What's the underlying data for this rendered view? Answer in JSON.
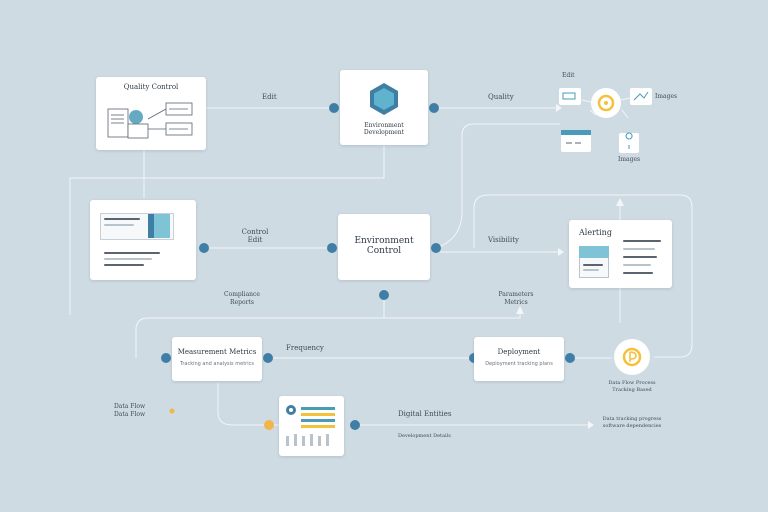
{
  "colors": {
    "background": "#cfdbe3",
    "connector": "#f2f6f9",
    "node_blue": "#3f7fa6",
    "node_orange": "#f2b54a",
    "accent_teal": "#4a9bb8",
    "accent_yellow": "#f3c13a"
  },
  "icons": [
    "hexagon-icon",
    "gear-icon",
    "document-icon",
    "checklist-icon",
    "chart-icon",
    "location-pin-icon",
    "coin-icon",
    "dashboard-icon"
  ],
  "cards": {
    "quality_control": "Quality Control",
    "environment_development": "Environment Development",
    "environment_control": "Environment Control",
    "alerting": "Alerting",
    "measurement": "Measurement Metrics",
    "measurement_sub": "Tracking and analysis metrics",
    "deployment": "Deployment",
    "deployment_sub": "Deployment tracking plans"
  },
  "labels": {
    "edit": "Edit",
    "quality": "Quality",
    "control_edit": "Control Edit",
    "visibility": "Visibility",
    "compliance_reports": "Compliance Reports",
    "frequency": "Frequency",
    "parameters_metrics": "Parameters Metrics",
    "data_flow_1": "Data Flow",
    "data_flow_2": "Data Flow",
    "gauge_caption": "Data Flow Process Tracking Based",
    "digital_entities": "Digital Entities",
    "digital_entities_sub": "Development Details",
    "data_tracking": "Data tracking progress software dependencies",
    "edit_small": "Edit",
    "images": "Images",
    "images_2": "Images"
  }
}
